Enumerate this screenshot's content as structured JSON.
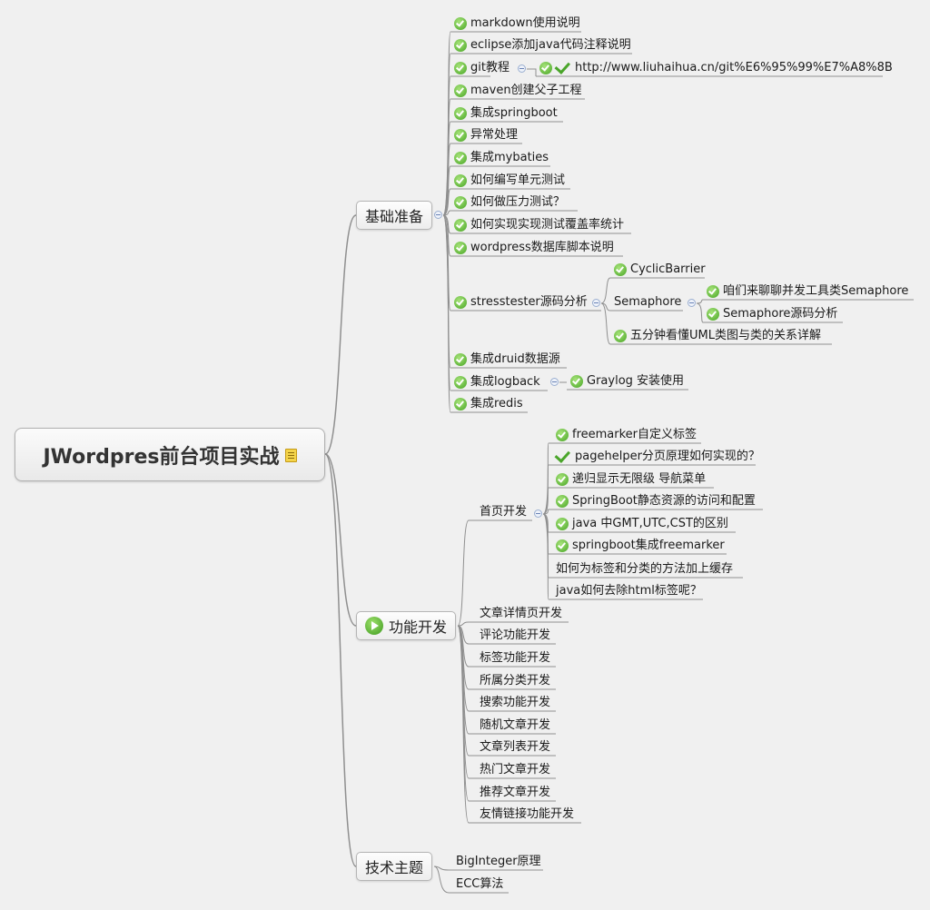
{
  "root": {
    "title": "JWordpres前台项目实战",
    "note_icon": "note-icon"
  },
  "branches": [
    {
      "label": "基础准备",
      "children": [
        {
          "label": "markdown使用说明"
        },
        {
          "label": "eclipse添加java代码注释说明"
        },
        {
          "label": "git教程",
          "link": "http://www.liuhaihua.cn/git%E6%95%99%E7%A8%8B"
        },
        {
          "label": "maven创建父子工程"
        },
        {
          "label": "集成springboot"
        },
        {
          "label": "异常处理"
        },
        {
          "label": "集成mybaties"
        },
        {
          "label": "如何编写单元测试"
        },
        {
          "label": "如何做压力测试？"
        },
        {
          "label": "如何实现实现测试覆盖率统计"
        },
        {
          "label": "wordpress数据库脚本说明"
        },
        {
          "label": "stresstester源码分析",
          "children": [
            {
              "label": "CyclicBarrier"
            },
            {
              "label": "Semaphore",
              "children": [
                {
                  "label": "咱们来聊聊并发工具类Semaphore"
                },
                {
                  "label": "Semaphore源码分析"
                }
              ]
            },
            {
              "label": "五分钟看懂UML类图与类的关系详解"
            }
          ]
        },
        {
          "label": "集成druid数据源"
        },
        {
          "label": "集成logback",
          "child": "Graylog 安装使用"
        },
        {
          "label": "集成redis"
        }
      ]
    },
    {
      "label": "功能开发",
      "children": [
        {
          "label": "首页开发",
          "children": [
            {
              "label": "freemarker自定义标签"
            },
            {
              "label": "pagehelper分页原理如何实现的？"
            },
            {
              "label": "递归显示无限级 导航菜单"
            },
            {
              "label": "SpringBoot静态资源的访问和配置"
            },
            {
              "label": "java 中GMT,UTC,CST的区别"
            },
            {
              "label": "springboot集成freemarker"
            },
            {
              "label": "如何为标签和分类的方法加上缓存"
            },
            {
              "label": "java如何去除html标签呢？"
            }
          ]
        },
        {
          "label": "文章详情页开发"
        },
        {
          "label": "评论功能开发"
        },
        {
          "label": "标签功能开发"
        },
        {
          "label": "所属分类开发"
        },
        {
          "label": "搜索功能开发"
        },
        {
          "label": "随机文章开发"
        },
        {
          "label": "文章列表开发"
        },
        {
          "label": "热门文章开发"
        },
        {
          "label": "推荐文章开发"
        },
        {
          "label": "友情链接功能开发"
        }
      ]
    },
    {
      "label": "技术主题",
      "children": [
        {
          "label": "BigInteger原理"
        },
        {
          "label": "ECC算法"
        }
      ]
    }
  ],
  "colors": {
    "line": "#8f8f8f",
    "check": "#47a524",
    "background": "#f0f0f0"
  }
}
